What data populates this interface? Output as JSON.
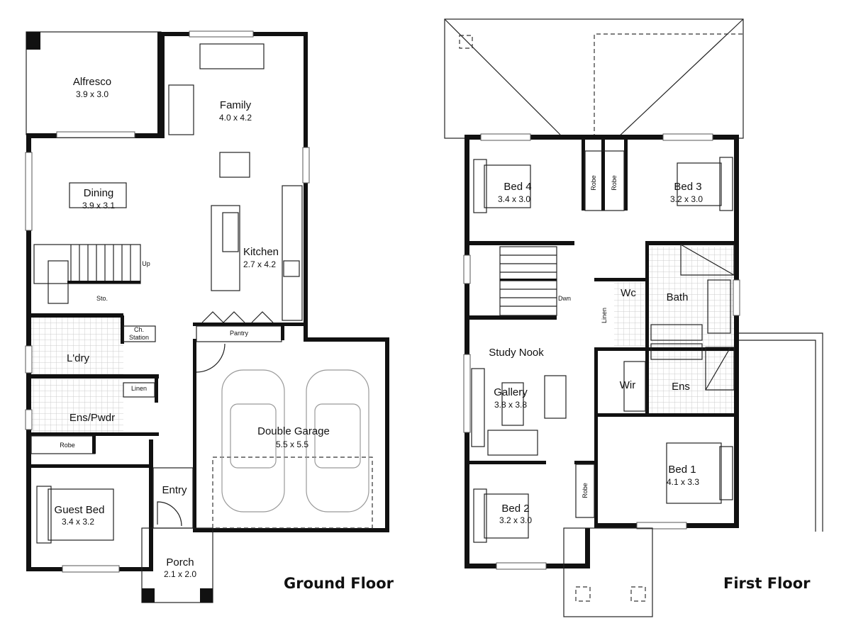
{
  "ground_floor": {
    "title": "Ground Floor",
    "rooms": {
      "alfresco": {
        "name": "Alfresco",
        "size": "3.9 x 3.0"
      },
      "family": {
        "name": "Family",
        "size": "4.0 x 4.2"
      },
      "dining": {
        "name": "Dining",
        "size": "3.9 x 3.1"
      },
      "kitchen": {
        "name": "Kitchen",
        "size": "2.7 x 4.2"
      },
      "garage": {
        "name": "Double Garage",
        "size": "5.5 x 5.5"
      },
      "guest_bed": {
        "name": "Guest Bed",
        "size": "3.4 x 3.2"
      },
      "porch": {
        "name": "Porch",
        "size": "2.1 x 2.0"
      },
      "laundry": {
        "name": "L'dry"
      },
      "ens_pwdr": {
        "name": "Ens/Pwdr"
      },
      "entry": {
        "name": "Entry"
      }
    },
    "labels": {
      "up": "Up",
      "storage": "Sto.",
      "pantry": "Pantry",
      "ch_station_1": "Ch.",
      "ch_station_2": "Station",
      "linen": "Linen",
      "robe": "Robe"
    }
  },
  "first_floor": {
    "title": "First Floor",
    "rooms": {
      "bed4": {
        "name": "Bed 4",
        "size": "3.4 x 3.0"
      },
      "bed3": {
        "name": "Bed 3",
        "size": "3.2 x 3.0"
      },
      "bed2": {
        "name": "Bed 2",
        "size": "3.2 x 3.0"
      },
      "bed1": {
        "name": "Bed 1",
        "size": "4.1 x 3.3"
      },
      "gallery": {
        "name": "Gallery",
        "size": "3.8 x 3.8"
      },
      "study_nook": {
        "name": "Study Nook"
      },
      "wc": {
        "name": "Wc"
      },
      "bath": {
        "name": "Bath"
      },
      "wir": {
        "name": "Wir"
      },
      "ens": {
        "name": "Ens"
      }
    },
    "labels": {
      "robe_a": "Robe",
      "robe_b": "Robe",
      "robe_bed2": "Robe",
      "down": "Dwn",
      "linen": "Linen"
    }
  }
}
